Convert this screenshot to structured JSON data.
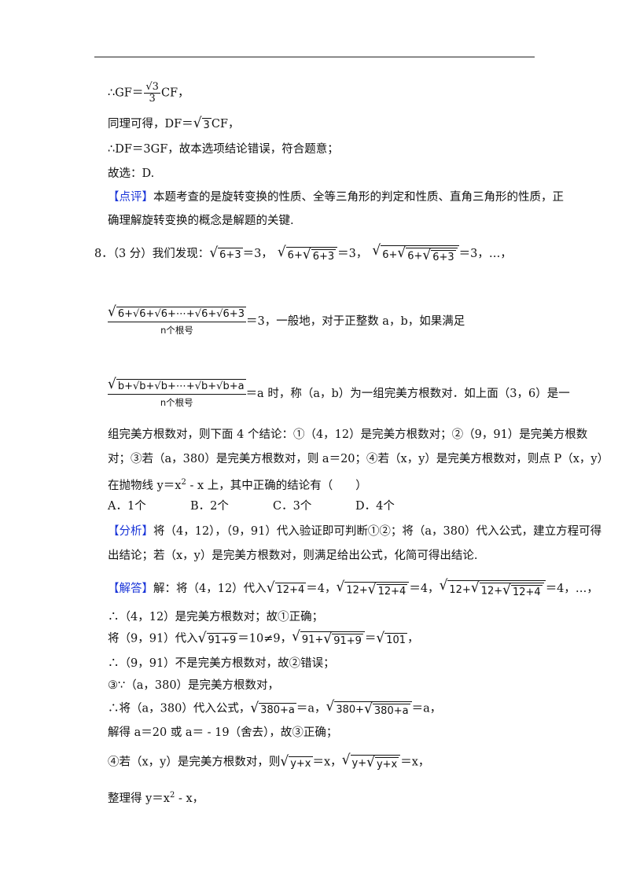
{
  "l1": {
    "pre": "∴GF＝",
    "frac_num": "√3",
    "frac_den": "3",
    "post": "CF，"
  },
  "l2": {
    "pre": "同理可得，DF＝",
    "sqrt": "3",
    "post": "CF，"
  },
  "l3": {
    "text": "∴DF＝3GF，故本选项结论错误，符合题意；"
  },
  "l4": {
    "text": "故选：D."
  },
  "comment": {
    "tag": "【点评】",
    "line1": "本题考查的是旋转变换的性质、全等三角形的判定和性质、直角三角形的性质，正",
    "line2": "确理解旋转变换的概念是解题的关键."
  },
  "q8": {
    "intro": "8．（3 分）我们发现：",
    "s1": "6+3",
    "eq1": "＝3，",
    "s2a": "6+",
    "s2b": "6+3",
    "eq2": "＝3，",
    "s3a": "6+",
    "s3b": "6+",
    "s3c": "6+3",
    "eq3": "＝3，…，",
    "n1_expr": "6+√6+√6+⋯+√6+√6+3",
    "n1_under": "n个根号",
    "n1_post": "＝3，一般地，对于正整数 a，b，如果满足",
    "n2_expr": "b+√b+√b+⋯+√b+√b+a",
    "n2_under": "n个根号",
    "n2_post": "＝a 时，称（a，b）为一组完美方根数对．如上面（3，6）是一",
    "p1": "组完美方根数对，则下面 4 个结论：①（4，12）是完美方根数对；②（9，91）是完美方根数",
    "p2": "对；③若（a，380）是完美方根数对，则 a＝20；④若（x，y）是完美方根数对，则点 P（x，y）",
    "p3a": "在抛物线 y＝x",
    "p3sup": "2",
    "p3b": " - x 上，其中正确的结论有（　　）",
    "choices": [
      "A．1个",
      "B．2个",
      "C．3个",
      "D．4个"
    ]
  },
  "analysis": {
    "tag": "【分析】",
    "line1": "将（4，12），（9，91）代入验证即可判断①②；将（a，380）代入公式，建立方程可得",
    "line2": "出结论；若（x，y）是完美方根数对，则满足给出公式，化简可得出结论."
  },
  "solution": {
    "tag": "【解答】",
    "a_pre": "解：将（4，12）代入",
    "a_s1": "12+4",
    "a_eq1": "＝4，",
    "a_s2a": "12+",
    "a_s2b": "12+4",
    "a_eq2": "＝4，",
    "a_s3a": "12+",
    "a_s3b": "12+",
    "a_s3c": "12+4",
    "a_eq3": "＝4，…，",
    "b": "∴（4，12）是完美方根数对；故①正确；",
    "c_pre": "将（9，91）代入",
    "c_s1": "91+9",
    "c_eq1": "＝10≠9，",
    "c_s2a": "91+",
    "c_s2b": "91+9",
    "c_eq2": "＝",
    "c_s3": "101",
    "c_eq3": "，",
    "d": "∴（9，91）不是完美方根数对，故②错误；",
    "e": "③∵（a，380）是完美方根数对，",
    "f_pre": "∴将（a，380）代入公式，",
    "f_s1": "380+a",
    "f_eq1": "＝a，",
    "f_s2a": "380+",
    "f_s2b": "380+a",
    "f_eq2": "＝a，",
    "g": "解得 a＝20 或 a＝ - 19（舍去），故③正确；",
    "h_pre": "④若（x，y）是完美方根数对，则",
    "h_s1": "y+x",
    "h_eq1": "＝x，",
    "h_s2a": "y+",
    "h_s2b": "y+x",
    "h_eq2": "＝x，",
    "i_pre": "整理得 y＝x",
    "i_sup": "2",
    "i_post": " - x，"
  }
}
